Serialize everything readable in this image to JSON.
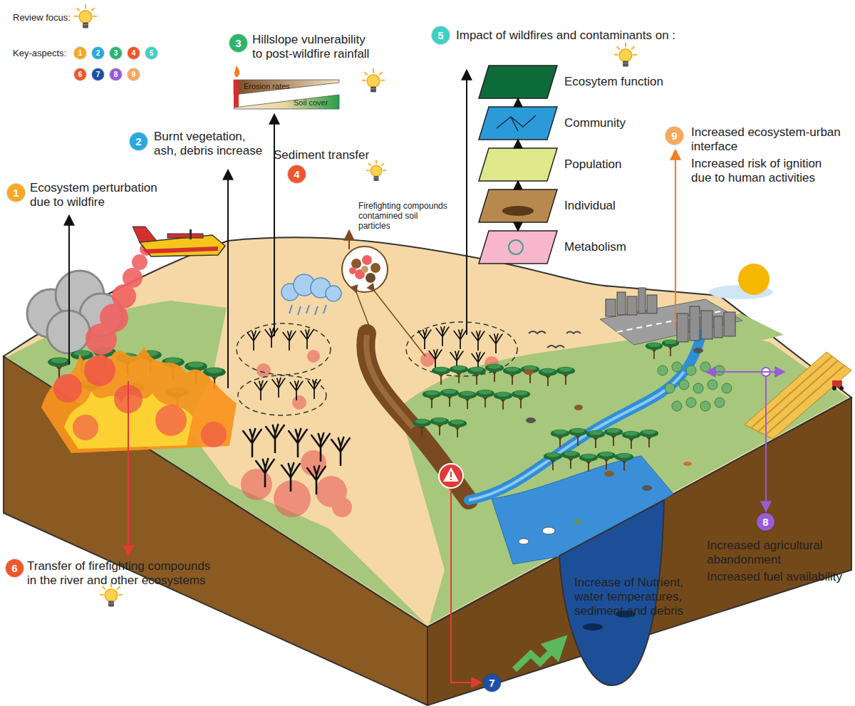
{
  "diagram": {
    "nodes": [
      {
        "text": [
          "Ecosytem function"
        ]
      },
      {
        "text": [
          "Community"
        ]
      },
      {
        "text": [
          "Population"
        ]
      },
      {
        "text": [
          "Individual"
        ]
      },
      {
        "text": [
          "Metabolism"
        ]
      },
      {
        "text": [
          "Erosion rates"
        ]
      },
      {
        "text": [
          "Soil cover"
        ]
      }
    ],
    "edges": [
      {
        "from": 1,
        "to": 0,
        "arrow": "to"
      },
      {
        "from": 2,
        "to": 1,
        "arrow": "to"
      },
      {
        "from": 3,
        "to": 2,
        "arrow": "to"
      },
      {
        "from": 3,
        "to": 4,
        "arrow": "to"
      }
    ],
    "labels": [
      "Review focus:",
      "Key-aspects:",
      "1",
      "2",
      "3",
      "4",
      "5",
      "6",
      "7",
      "8",
      "9",
      "1",
      "Ecosystem perturbation due to wildfire",
      "2",
      "Burnt vegetation, ash, debris increase",
      "3",
      "Hillslope vulnerability to post-wildfire rainfall",
      "Sediment transfer",
      "4",
      "Firefighting compounds contamined soil particles",
      "5",
      "Impact of wildfires and contaminants on :",
      "9",
      "Increased ecosystem-urban interface",
      "Increased risk of ignition due to human activities",
      "6",
      "Transfer of firefighting compounds in the river and other ecosystems",
      "7",
      "Increase of Nutrient, water temperatures, sediment and debris",
      "8",
      "Increased agricultural abandonment",
      "Increased fuel availability"
    ]
  }
}
